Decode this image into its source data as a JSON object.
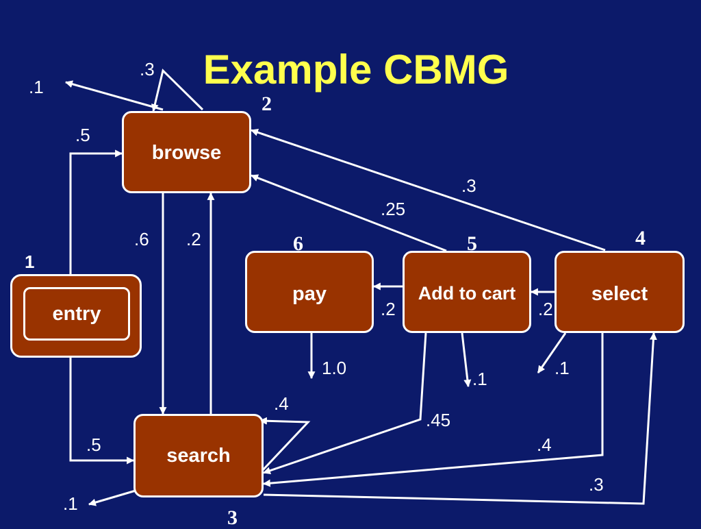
{
  "title": "Example CBMG",
  "colors": {
    "background": "#0c1a6a",
    "title": "#ffff4d",
    "node_fill": "#993300",
    "edge": "#ffffff"
  },
  "nodes": {
    "entry": {
      "label": "entry",
      "number": "1"
    },
    "browse": {
      "label": "browse",
      "number": "2"
    },
    "search": {
      "label": "search",
      "number": "3"
    },
    "select": {
      "label": "select",
      "number": "4"
    },
    "cart": {
      "label": "Add to cart",
      "number": "5"
    },
    "pay": {
      "label": "pay",
      "number": "6"
    }
  },
  "edges": [
    {
      "from": "entry",
      "to": "browse",
      "prob": ".5"
    },
    {
      "from": "entry",
      "to": "search",
      "prob": ".5"
    },
    {
      "from": "browse",
      "to": "browse",
      "prob": ".3"
    },
    {
      "from": "browse",
      "to": "exit",
      "prob": ".1"
    },
    {
      "from": "browse",
      "to": "search",
      "prob": ".6"
    },
    {
      "from": "search",
      "to": "browse",
      "prob": ".2"
    },
    {
      "from": "search",
      "to": "search",
      "prob": ".4"
    },
    {
      "from": "search",
      "to": "exit",
      "prob": ".1"
    },
    {
      "from": "search",
      "to": "select",
      "prob": ".3"
    },
    {
      "from": "select",
      "to": "browse",
      "prob": ".3"
    },
    {
      "from": "select",
      "to": "cart",
      "prob": ".2"
    },
    {
      "from": "select",
      "to": "exit",
      "prob": ".1"
    },
    {
      "from": "select",
      "to": "search",
      "prob": ".4"
    },
    {
      "from": "cart",
      "to": "browse",
      "prob": ".25"
    },
    {
      "from": "cart",
      "to": "pay",
      "prob": ".2"
    },
    {
      "from": "cart",
      "to": "exit",
      "prob": ".1"
    },
    {
      "from": "cart",
      "to": "search",
      "prob": ".45"
    },
    {
      "from": "pay",
      "to": "exit",
      "prob": "1.0"
    }
  ]
}
